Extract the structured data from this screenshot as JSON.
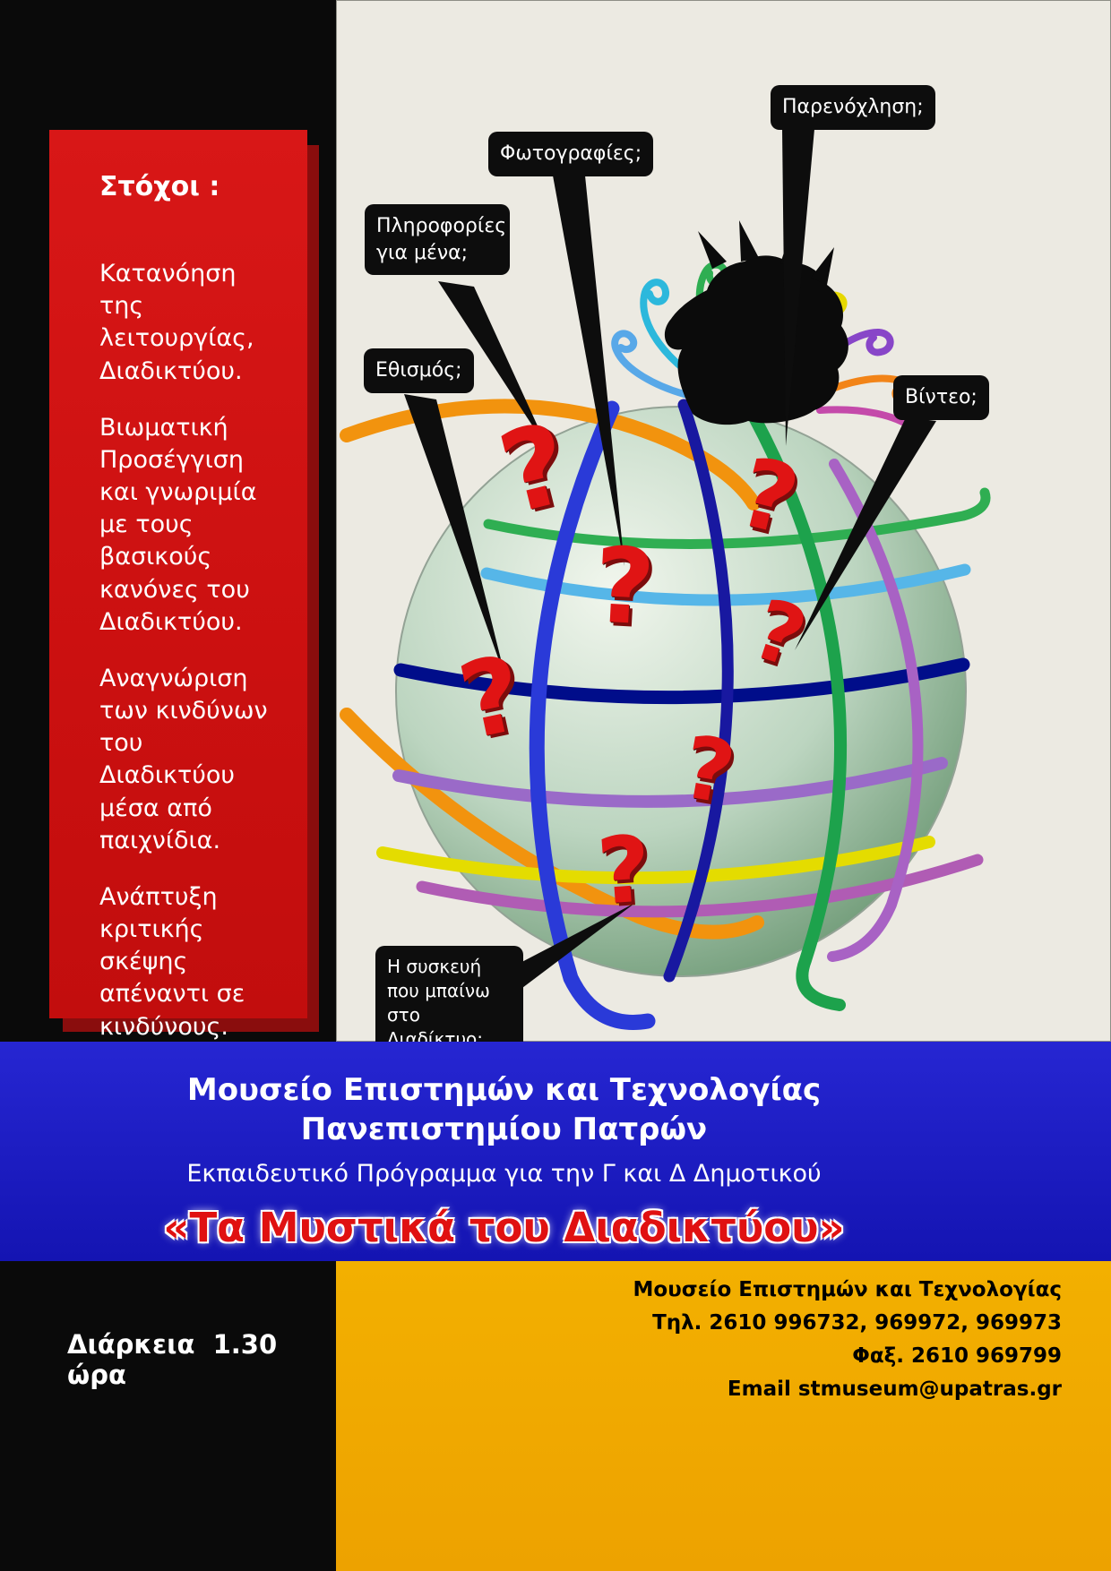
{
  "poster": {
    "goals": {
      "heading": "Στόχοι :",
      "items": [
        "Κατανόηση της λειτουργίας, Διαδικτύου.",
        "Βιωματική Προσέγγιση και γνωριμία με τους βασικούς κανόνες του Διαδικτύου.",
        "Αναγνώριση των κινδύνων του Διαδικτύου μέσα από παιχνίδια.",
        "Ανάπτυξη κριτικής σκέψης απέναντι σε κινδύνους."
      ]
    },
    "callouts": [
      {
        "label": "Πληροφορίες για μένα;"
      },
      {
        "label": "Φωτογραφίες;"
      },
      {
        "label": "Παρενόχληση;"
      },
      {
        "label": "Εθισμός;"
      },
      {
        "label": "Βίντεο;"
      },
      {
        "label": "Η συσκευή που μπαίνω στο Διαδίκτυο;"
      }
    ],
    "question_mark": "?",
    "banner": {
      "title_line1": "Μουσείο  Επιστημών και Τεχνολογίας",
      "title_line2": "Πανεπιστημίου Πατρών",
      "subtitle": "Εκπαιδευτικό Πρόγραμμα για την Γ και Δ Δημοτικού",
      "program_title": "«Τα Μυστικά του Διαδικτύου»"
    },
    "footer": {
      "duration": "Διάρκεια  1.30 ώρα",
      "contact_lines": [
        "Μουσείο Επιστημών και Τεχνολογίας",
        "Τηλ. 2610 996732, 969972, 969973",
        "Φαξ. 2610 969799",
        "Email stmuseum@upatras.gr"
      ]
    },
    "colors": {
      "red_panel": "#cb1010",
      "red_panel_shadow": "#8a0d0d",
      "blue_band": "#1d1dc4",
      "gold_band": "#f0a800",
      "black": "#0a0a0a",
      "canvas_bg": "#eceae2",
      "question_red": "#e01414",
      "bubble_black": "#0d0d0d",
      "program_title_red": "#e01111"
    }
  }
}
